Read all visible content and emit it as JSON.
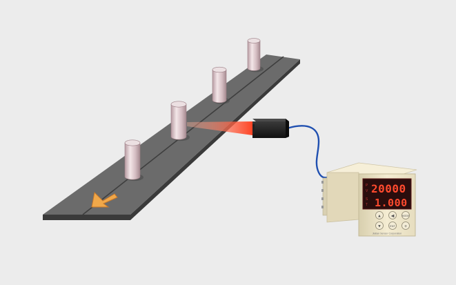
{
  "scene": {
    "colors": {
      "background": "#ececec",
      "belt_top": "#6e6e6e",
      "belt_side": "#3a3a3a",
      "groove": "#3f3f3f",
      "bottle": "#dcc8cc",
      "beam": "#ff6a3d",
      "sensor": "#1e1e1e",
      "cable": "#1f4fb0",
      "arrow": "#f0a84a",
      "meter_body": "#efe6c8",
      "display": "#2a0d0d",
      "led": "#ff4a2e"
    },
    "belt": {
      "direction_icon": "arrow-icon"
    },
    "bottles": {
      "count": 4
    },
    "meter": {
      "display_top": "20000",
      "display_bottom": "1.000",
      "side_marks_top": [
        "P",
        "V"
      ],
      "side_marks_bottom": [
        "S",
        "T"
      ],
      "keys": [
        {
          "name": "up",
          "label": "▲"
        },
        {
          "name": "left",
          "label": "◀"
        },
        {
          "name": "mode",
          "label": "MODE"
        },
        {
          "name": "down",
          "label": "▼"
        },
        {
          "name": "ent",
          "label": "ENT"
        },
        {
          "name": "plus",
          "label": "+"
        }
      ],
      "brand": "Jiatian Sensor Corporation"
    }
  }
}
